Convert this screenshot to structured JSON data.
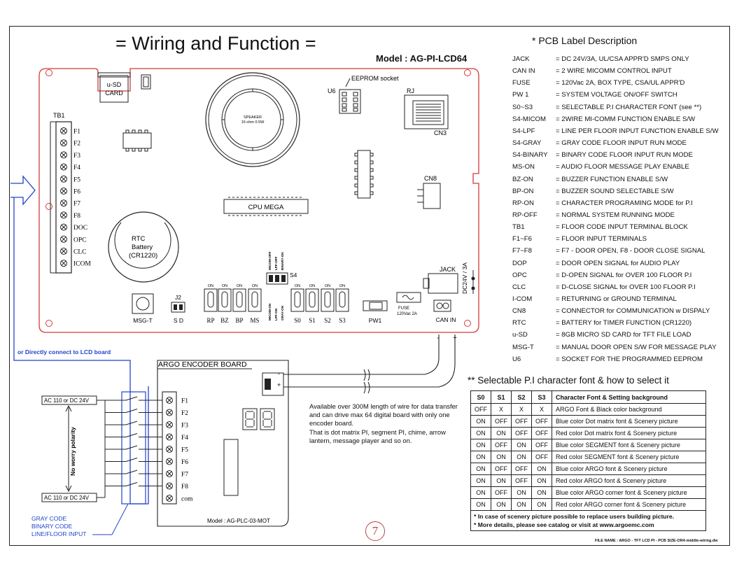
{
  "title": "= Wiring and Function =",
  "model": "Model : AG-PI-LCD64",
  "pcb": {
    "tb1": "TB1",
    "terminals": [
      "F1",
      "F2",
      "F3",
      "F4",
      "F5",
      "F6",
      "F7",
      "F8",
      "DOC",
      "OPC",
      "CLC",
      "ICOM"
    ],
    "usd": [
      "u-SD",
      "CARD"
    ],
    "eeprom": "EEPROM socket",
    "u6": "U6",
    "rj": "RJ",
    "cn3": "CN3",
    "cn8": "CN8",
    "speaker": [
      "SPEAKER",
      "16 ohm 0.5W"
    ],
    "cpu": "CPU MEGA",
    "rtc": [
      "RTC",
      "Battery",
      "(CR1220)"
    ],
    "jack": "JACK",
    "dc": "DC24V / 3A",
    "s4": "S4",
    "s4_top": [
      "MICOM-OFF",
      "LPF-OFF",
      "BINARY-ON"
    ],
    "s4_bottom": [
      "MICOM-ON",
      "LPF-ON",
      "GRAY-ON"
    ],
    "on": "ON",
    "switches": [
      "RP",
      "BZ",
      "BP",
      "MS",
      "S0",
      "S1",
      "S2",
      "S3"
    ],
    "pw1": "PW1",
    "fuse": [
      "FUSE",
      "120Vac 2A"
    ],
    "canin": "CAN IN",
    "msgt": "MSG-T",
    "j2": "J2",
    "sd": "S D"
  },
  "connect_label": "or Directly connect to LCD board",
  "encoder": {
    "title": "ARGO ENCODER BOARD",
    "terminals": [
      "F1",
      "F2",
      "F3",
      "F4",
      "F5",
      "F6",
      "F7",
      "F8",
      "com"
    ],
    "model": "Model : AG-PLC-03-MOT",
    "ac_top": "AC 110 or DC 24V",
    "ac_bottom": "AC 110 or DC 24V",
    "polarity": "No worry polarity",
    "codes": [
      "GRAY CODE",
      "BINARY CODE",
      "LINE/FLOOR INPUT"
    ],
    "minus": "-",
    "plus": "+"
  },
  "available_text": "Available over 300M length of wire for data transfer and can drive max 64 digital board with only one encoder board.\nThat is dot matrix PI, segment PI, chime, arrow lantern, message player and so on.",
  "pcb_label_title": "* PCB Label Description",
  "pcb_labels": [
    {
      "k": "JACK",
      "v": "= DC 24V/3A, UL/CSA  APPR'D SMPS ONLY"
    },
    {
      "k": "CAN IN",
      "v": "= 2 WIRE MICOMM CONTROL INPUT"
    },
    {
      "k": "FUSE",
      "v": "= 120Vac 2A, BOX TYPE, CSA/UL APPR'D"
    },
    {
      "k": "PW 1",
      "v": "= SYSTEM VOLTAGE ON/OFF SWITCH"
    },
    {
      "k": "S0~S3",
      "v": "= SELECTABLE P.I CHARACTER FONT (see **)"
    },
    {
      "k": "S4-MICOM",
      "v": "= 2WIRE MI-COMM FUNCTION ENABLE S/W"
    },
    {
      "k": "S4-LPF",
      "v": "= LINE PER FLOOR INPUT FUNCTION ENABLE S/W"
    },
    {
      "k": "S4-GRAY",
      "v": "= GRAY CODE FLOOR INPUT RUN MODE"
    },
    {
      "k": "S4-BINARY",
      "v": "= BINARY CODE FLOOR INPUT RUN MODE"
    },
    {
      "k": "MS-ON",
      "v": "= AUDIO FLOOR MESSAGE PLAY ENABLE"
    },
    {
      "k": "BZ-ON",
      "v": "= BUZZER FUNCTION ENABLE S/W"
    },
    {
      "k": "BP-ON",
      "v": "= BUZZER SOUND SELECTABLE S/W"
    },
    {
      "k": "RP-ON",
      "v": "=  CHARACTER PROGRAMING MODE for P.I"
    },
    {
      "k": "RP-OFF",
      "v": "= NORMAL SYSTEM RUNNING MODE"
    },
    {
      "k": "TB1",
      "v": "= FLOOR CODE INPUT TERMINAL BLOCK"
    },
    {
      "k": "F1~F6",
      "v": "= FLOOR INPUT TERMINALS"
    },
    {
      "k": "F7~F8",
      "v": "=  F7 - DOOR OPEN,  F8 - DOOR CLOSE SIGNAL"
    },
    {
      "k": "DOP",
      "v": "= DOOR OPEN SIGNAL for AUDIO PLAY"
    },
    {
      "k": "OPC",
      "v": "= D-OPEN SIGNAL for OVER 100  FLOOR P.I"
    },
    {
      "k": "CLC",
      "v": "= D-CLOSE SIGNAL for OVER 100  FLOOR P.I"
    },
    {
      "k": "I-COM",
      "v": "= RETURNING or GROUND TERMINAL"
    },
    {
      "k": "CN8",
      "v": "= CONNECTOR for COMMUNICATION w DISPALY"
    },
    {
      "k": "RTC",
      "v": "= BATTERY for TIMER FUNCTION (CR1220)"
    },
    {
      "k": "u-SD",
      "v": "= 8GB MICRO SD CARD for TFT FILE LOAD"
    },
    {
      "k": "MSG-T",
      "v": "= MANUAL DOOR OPEN S/W FOR MESSAGE PLAY"
    },
    {
      "k": "U6",
      "v": "= SOCKET FOR THE PROGRAMMED EEPROM"
    }
  ],
  "font_select_title": "**  Selectable P.I character font  &  how to select it",
  "font_table": {
    "headers": [
      "S0",
      "S1",
      "S2",
      "S3",
      "Character Font & Setting background"
    ],
    "rows": [
      [
        "OFF",
        "X",
        "X",
        "X",
        "ARGO Font & Black color background"
      ],
      [
        "ON",
        "OFF",
        "OFF",
        "OFF",
        "Blue color Dot matrix font & Scenery picture"
      ],
      [
        "ON",
        "ON",
        "OFF",
        "OFF",
        "Red color Dot matrix font & Scenery picture"
      ],
      [
        "ON",
        "OFF",
        "ON",
        "OFF",
        "Blue color SEGMENT font & Scenery picture"
      ],
      [
        "ON",
        "ON",
        "ON",
        "OFF",
        "Red color SEGMENT font & Scenery picture"
      ],
      [
        "ON",
        "OFF",
        "OFF",
        "ON",
        "Blue color ARGO font & Scenery picture"
      ],
      [
        "ON",
        "ON",
        "OFF",
        "ON",
        "Red color ARGO font & Scenery picture"
      ],
      [
        "ON",
        "OFF",
        "ON",
        "ON",
        "Blue color ARGO corner font & Scenery picture"
      ],
      [
        "ON",
        "ON",
        "ON",
        "ON",
        "Red color ARGO corner font & Scenery picture"
      ]
    ],
    "notes": [
      "*  In case of scenery picture possible to replace users building picture.",
      "*  More details, please see catalog or visit at www.argoemc.com"
    ]
  },
  "page_number": "7",
  "file_name": "FILE NAME : ARGO - TFT LCD PI - PCB SIZE-OR4-middle-wiring.dw",
  "colors": {
    "pcb_outline": "#d23a3a",
    "wire_blue": "#2244cc",
    "ink": "#111111",
    "page_circle": "#b44444"
  }
}
